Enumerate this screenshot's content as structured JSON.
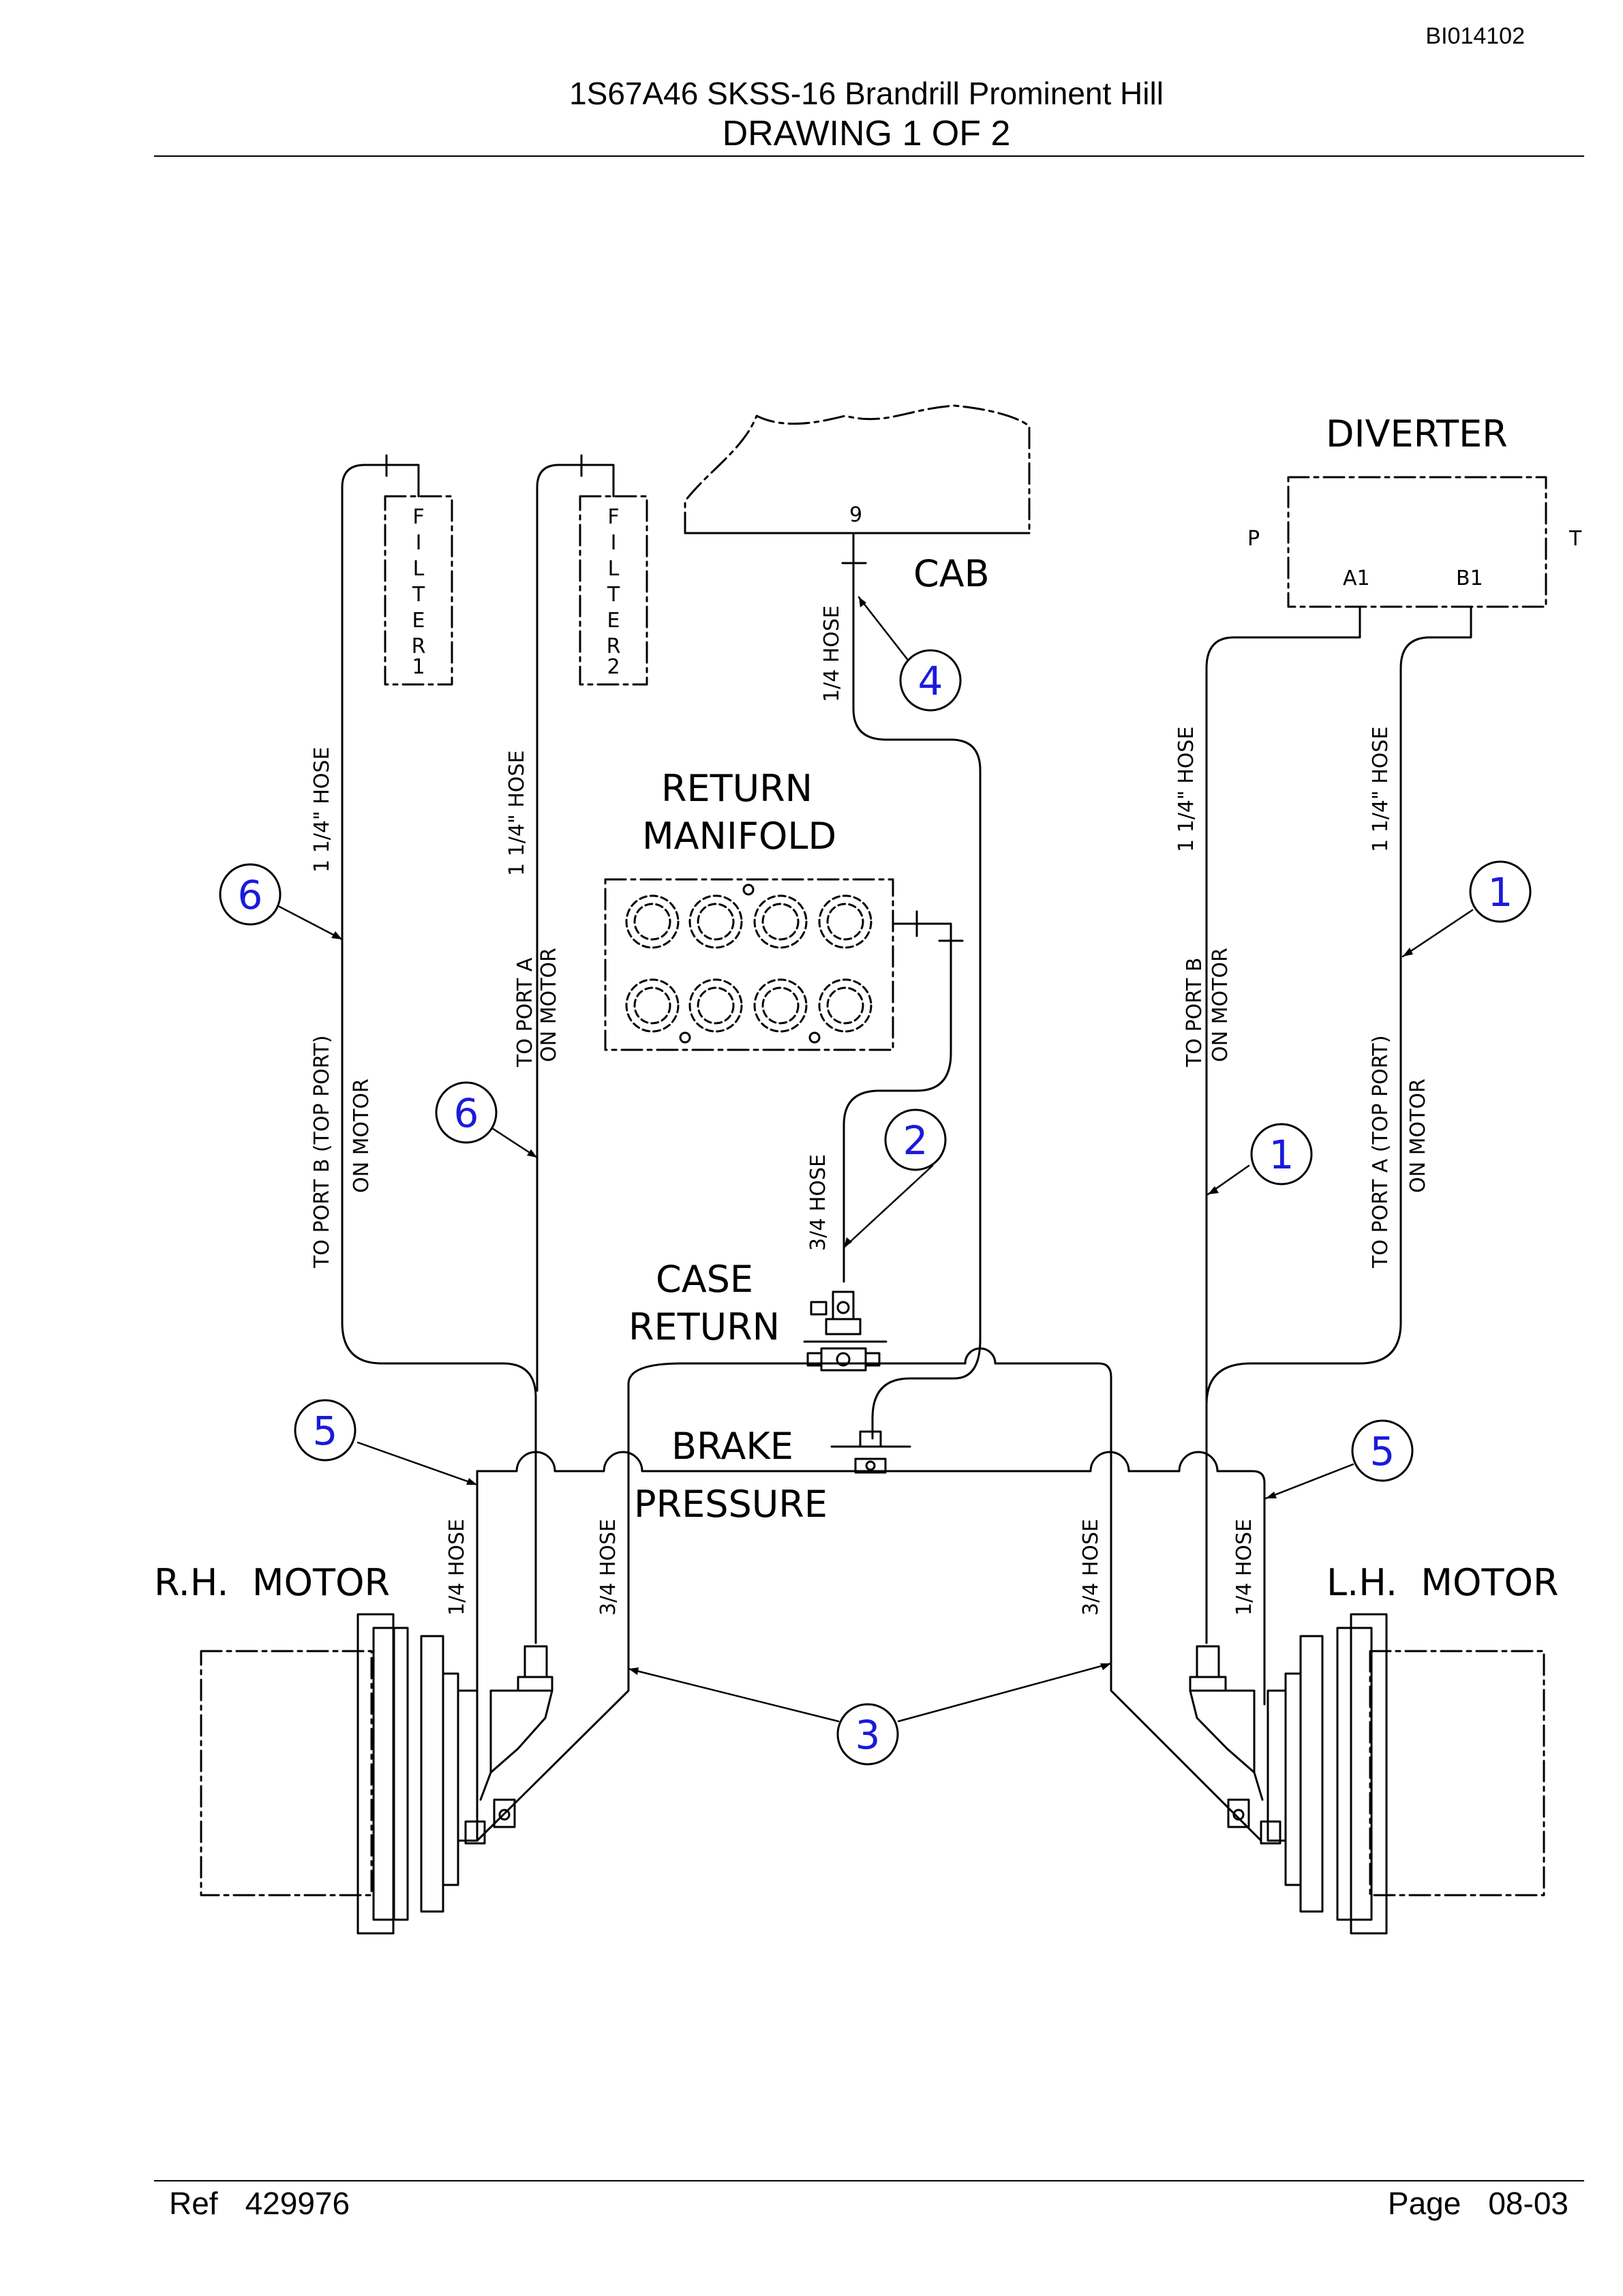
{
  "header": {
    "doc_code": "BI014102",
    "title_line1": "1S67A46 SKSS-16 Brandrill Prominent Hill",
    "title_line2": "DRAWING 1 OF 2"
  },
  "footer": {
    "ref_label": "Ref",
    "ref_value": "429976",
    "page_label": "Page",
    "page_value": "08-03"
  },
  "diagram": {
    "components": {
      "cab": "CAB",
      "cab_port": "9",
      "diverter": "DIVERTER",
      "diverter_p": "P",
      "diverter_t": "T",
      "diverter_a1": "A1",
      "diverter_b1": "B1",
      "filter1": [
        "F",
        "I",
        "L",
        "T",
        "E",
        "R",
        "1"
      ],
      "filter2": [
        "F",
        "I",
        "L",
        "T",
        "E",
        "R",
        "2"
      ],
      "return_manifold_1": "RETURN",
      "return_manifold_2": "MANIFOLD",
      "case_return_1": "CASE",
      "case_return_2": "RETURN",
      "brake_1": "BRAKE",
      "brake_2": "PRESSURE",
      "rh_motor": "R.H.  MOTOR",
      "lh_motor": "L.H.  MOTOR"
    },
    "hose_labels": {
      "hose_1_4": "1/4 HOSE",
      "hose_3_4": "3/4 HOSE",
      "hose_1_1_4": "1 1/4\" HOSE",
      "to_port_b_top": "TO PORT B (TOP PORT)",
      "to_port_a_top": "TO PORT A (TOP PORT)",
      "on_motor": "ON MOTOR",
      "to_port_a": "TO PORT A",
      "to_port_b": "TO PORT B"
    },
    "callouts": [
      "1",
      "1",
      "2",
      "3",
      "4",
      "5",
      "5",
      "6",
      "6"
    ],
    "colors": {
      "callout_text": "#1a1adc",
      "line": "#000000"
    }
  }
}
